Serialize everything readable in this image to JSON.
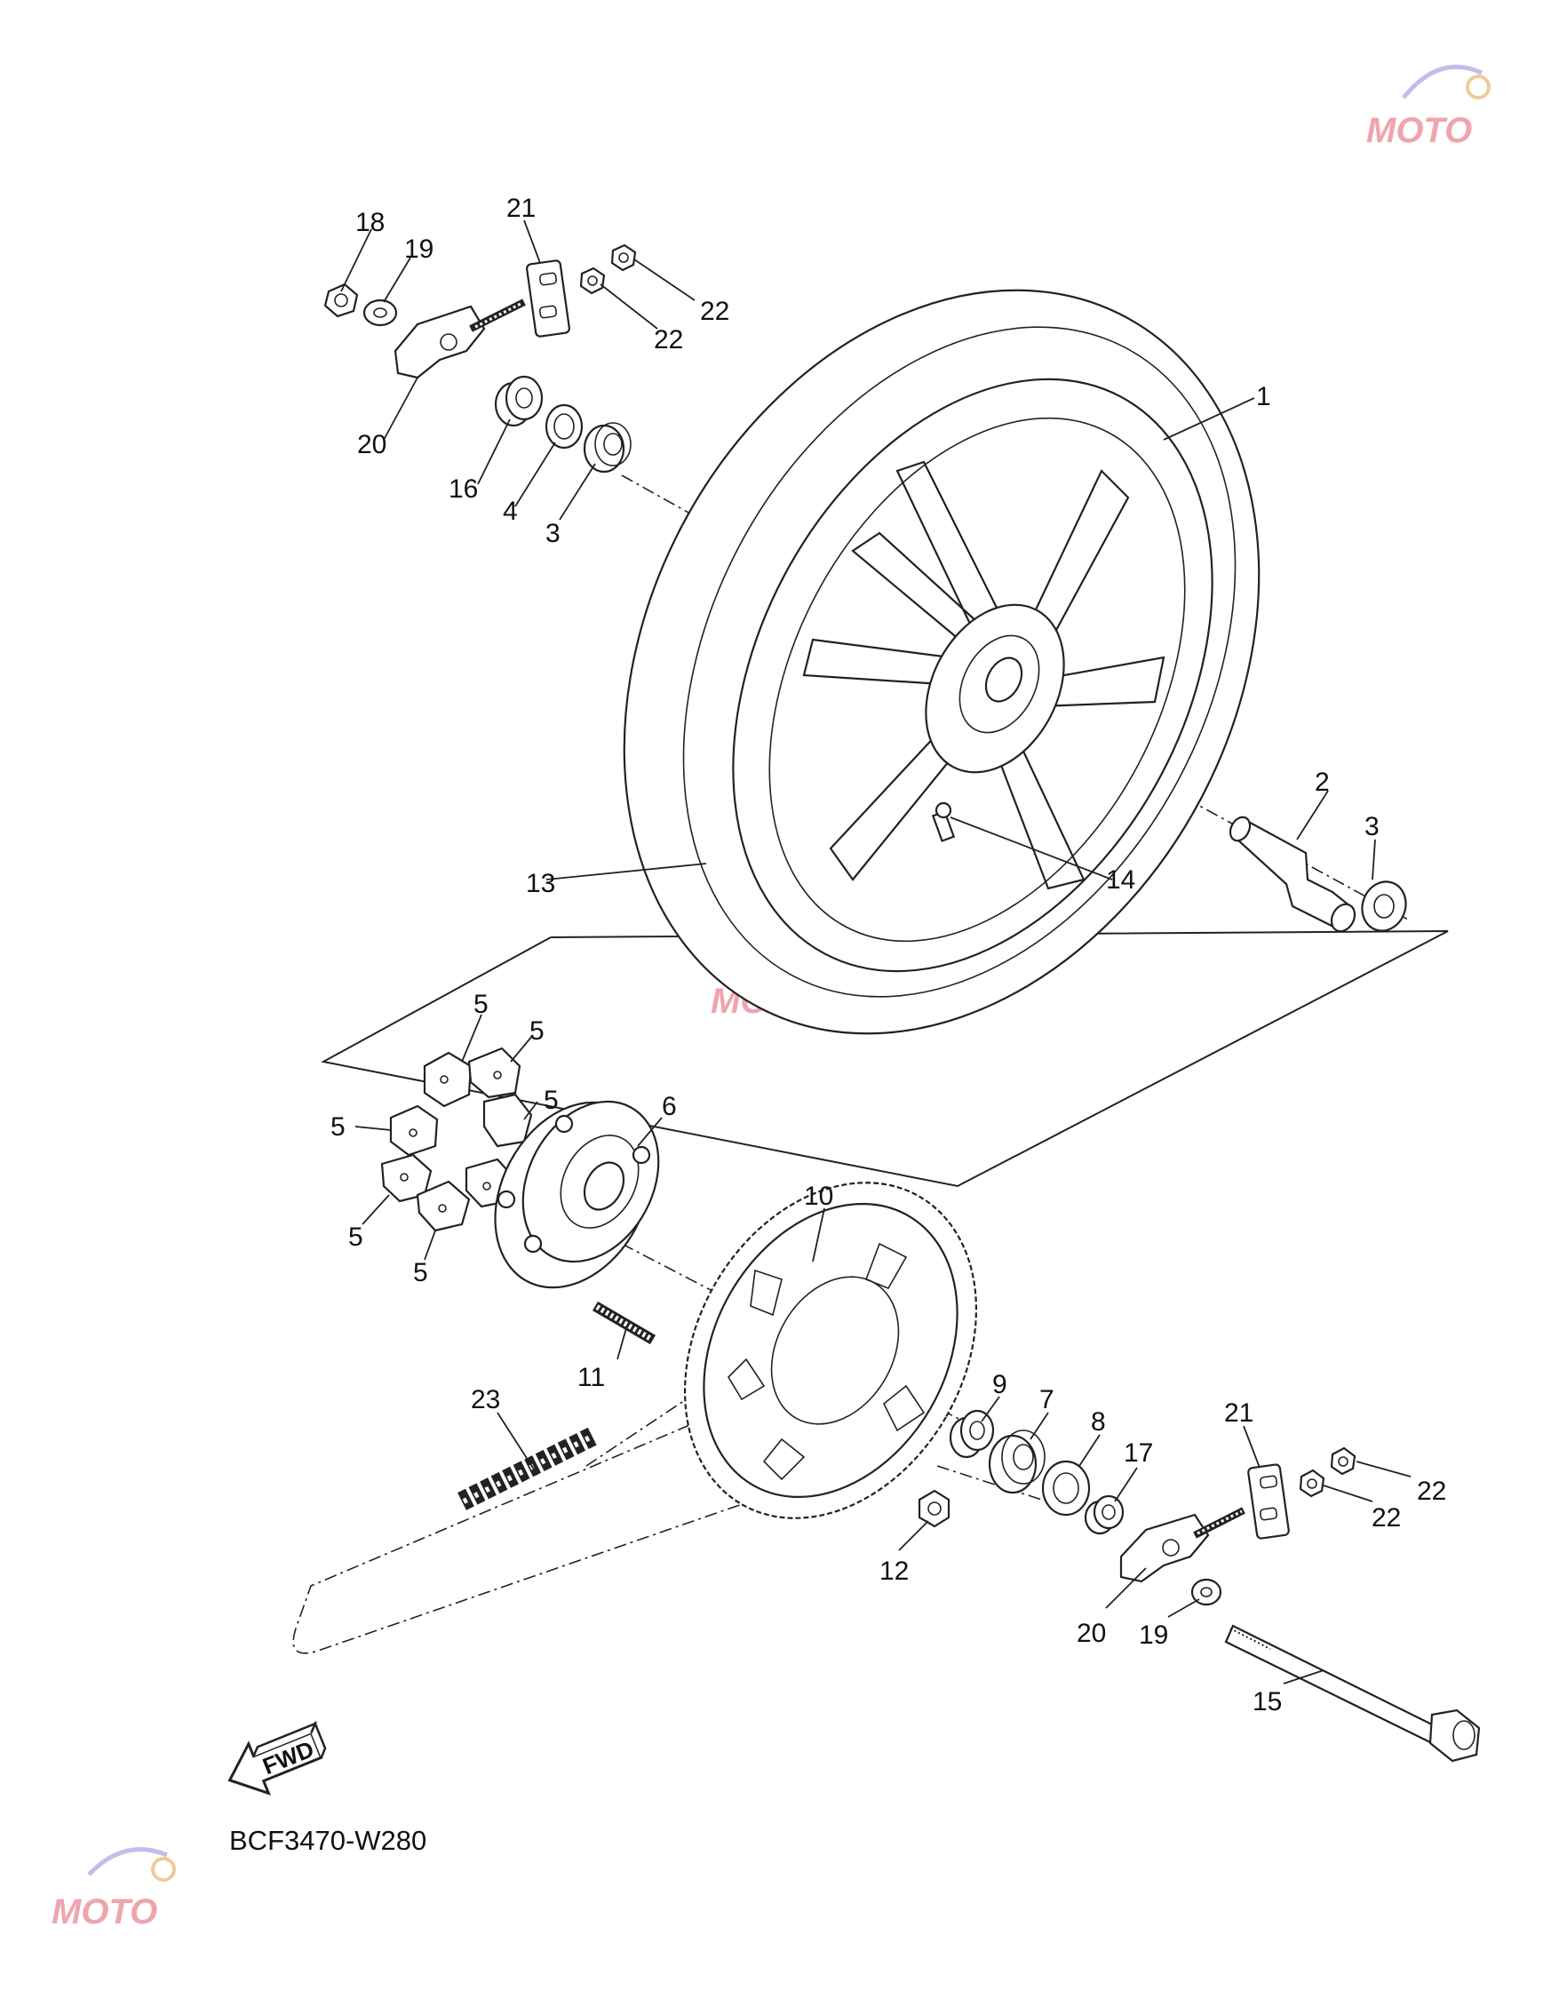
{
  "diagram_code": "BCF3470-W280",
  "fwd_label": "FWD",
  "watermark_text": "MOTO",
  "accent_color": "#e25c6b",
  "line_color": "#222222",
  "callouts": [
    {
      "id": "c1",
      "label": "1"
    },
    {
      "id": "c2",
      "label": "2"
    },
    {
      "id": "c3a",
      "label": "3"
    },
    {
      "id": "c3b",
      "label": "3"
    },
    {
      "id": "c4",
      "label": "4"
    },
    {
      "id": "c5a",
      "label": "5"
    },
    {
      "id": "c5b",
      "label": "5"
    },
    {
      "id": "c5c",
      "label": "5"
    },
    {
      "id": "c5d",
      "label": "5"
    },
    {
      "id": "c5e",
      "label": "5"
    },
    {
      "id": "c5f",
      "label": "5"
    },
    {
      "id": "c6",
      "label": "6"
    },
    {
      "id": "c7",
      "label": "7"
    },
    {
      "id": "c8",
      "label": "8"
    },
    {
      "id": "c9",
      "label": "9"
    },
    {
      "id": "c10",
      "label": "10"
    },
    {
      "id": "c11",
      "label": "11"
    },
    {
      "id": "c12",
      "label": "12"
    },
    {
      "id": "c13",
      "label": "13"
    },
    {
      "id": "c14",
      "label": "14"
    },
    {
      "id": "c15",
      "label": "15"
    },
    {
      "id": "c16",
      "label": "16"
    },
    {
      "id": "c17",
      "label": "17"
    },
    {
      "id": "c18",
      "label": "18"
    },
    {
      "id": "c19a",
      "label": "19"
    },
    {
      "id": "c19b",
      "label": "19"
    },
    {
      "id": "c20a",
      "label": "20"
    },
    {
      "id": "c20b",
      "label": "20"
    },
    {
      "id": "c21a",
      "label": "21"
    },
    {
      "id": "c21b",
      "label": "21"
    },
    {
      "id": "c22a",
      "label": "22"
    },
    {
      "id": "c22b",
      "label": "22"
    },
    {
      "id": "c22c",
      "label": "22"
    },
    {
      "id": "c22d",
      "label": "22"
    },
    {
      "id": "c23",
      "label": "23"
    }
  ]
}
